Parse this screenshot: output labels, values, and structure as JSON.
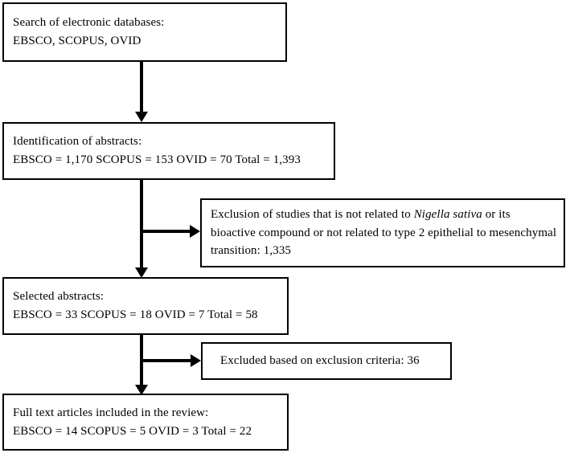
{
  "diagram": {
    "title": "PRISMA-style study selection flow diagram",
    "type": "flowchart",
    "stroke_color": "#000000",
    "background_color": "#ffffff",
    "nodes": [
      {
        "id": "search",
        "name": "search-databases-box",
        "line1": "Search of electronic databases:",
        "line2": "EBSCO, SCOPUS, OVID"
      },
      {
        "id": "identify",
        "name": "identification-abstracts-box",
        "line1": "Identification of abstracts:",
        "line2": "EBSCO = 1,170 SCOPUS = 153 OVID = 70 Total = 1,393",
        "counts": {
          "EBSCO": 1170,
          "SCOPUS": 153,
          "OVID": 70,
          "Total": 1393
        }
      },
      {
        "id": "exclusion",
        "name": "exclusion-criteria-box",
        "text_part1": "Exclusion of studies that is not related to ",
        "text_italic": "Nigella sativa",
        "text_part2": " or its bioactive compound or not related to type 2 epithelial to mesenchymal transition: 1,335",
        "count": 1335
      },
      {
        "id": "selected",
        "name": "selected-abstracts-box",
        "line1": "Selected abstracts:",
        "line2": "EBSCO = 33 SCOPUS = 18 OVID = 7 Total = 58",
        "counts": {
          "EBSCO": 33,
          "SCOPUS": 18,
          "OVID": 7,
          "Total": 58
        }
      },
      {
        "id": "excluded_criteria",
        "name": "excluded-based-on-criteria-box",
        "line1": "Excluded based on exclusion criteria: 36",
        "count": 36
      },
      {
        "id": "fulltext",
        "name": "full-text-included-box",
        "line1": "Full text articles included in the review:",
        "line2": "EBSCO = 14 SCOPUS = 5 OVID = 3 Total = 22",
        "counts": {
          "EBSCO": 14,
          "SCOPUS": 5,
          "OVID": 3,
          "Total": 22
        }
      }
    ]
  }
}
